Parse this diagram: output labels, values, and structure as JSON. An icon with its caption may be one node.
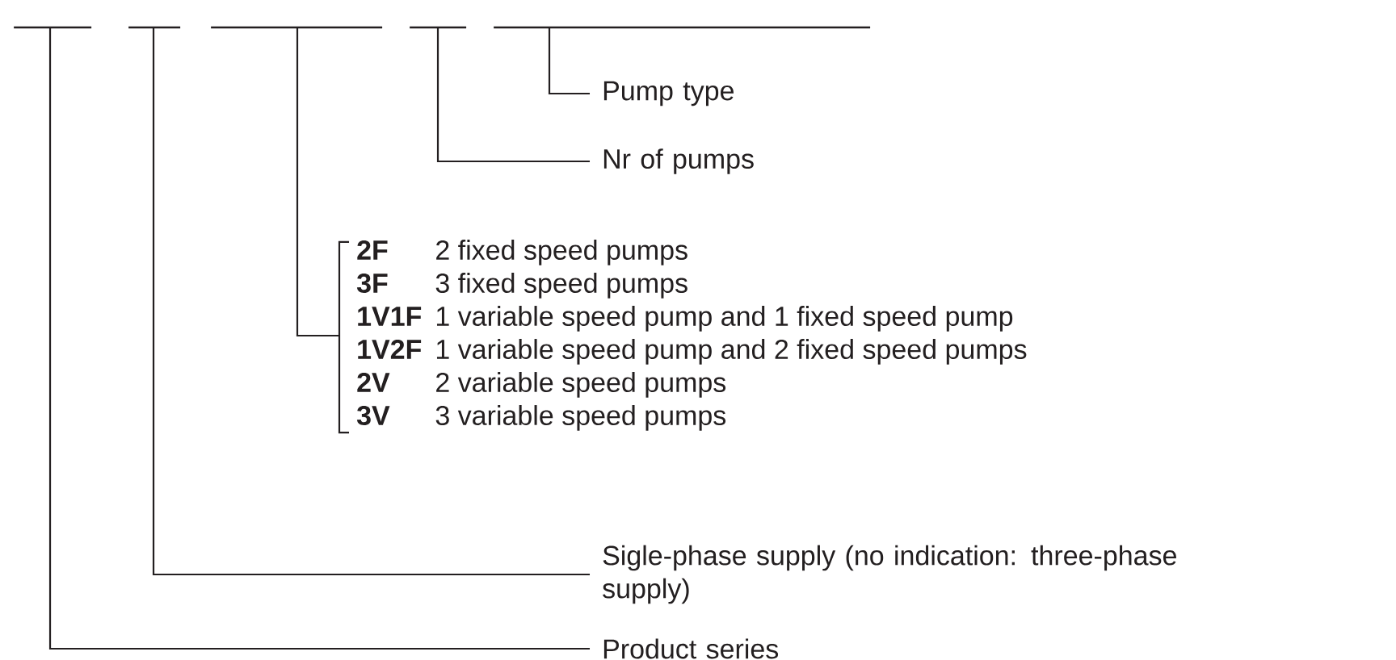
{
  "diagram": {
    "nodes": [
      {
        "text": [],
        "shape": "bar"
      },
      {
        "text": [],
        "shape": "bar"
      },
      {
        "text": [],
        "shape": "bar"
      },
      {
        "text": [],
        "shape": "bar"
      },
      {
        "text": [],
        "shape": "bar"
      },
      {
        "text": [
          "Pump type"
        ]
      },
      {
        "text": [
          "Nr of pumps"
        ]
      },
      {
        "text": [
          "2F",
          "2 fixed speed pumps",
          "3F",
          "3 fixed speed pumps",
          "1V1F",
          "1 variable speed pump and 1 fixed speed pump",
          "1V2F",
          "1 variable speed pump and 2 fixed speed pumps",
          "2V",
          "2 variable speed pumps",
          "3V",
          "3 variable speed pumps"
        ]
      },
      {
        "text": [
          "Sigle-phase supply (no indication: three-phase supply)"
        ]
      },
      {
        "text": [
          "Product series"
        ]
      }
    ],
    "edges": [
      {
        "from": 4,
        "to": 5,
        "arrow": "none"
      },
      {
        "from": 3,
        "to": 6,
        "arrow": "none"
      },
      {
        "from": 2,
        "to": 7,
        "arrow": "none"
      },
      {
        "from": 1,
        "to": 8,
        "arrow": "none"
      },
      {
        "from": 0,
        "to": 9,
        "arrow": "none"
      }
    ]
  }
}
